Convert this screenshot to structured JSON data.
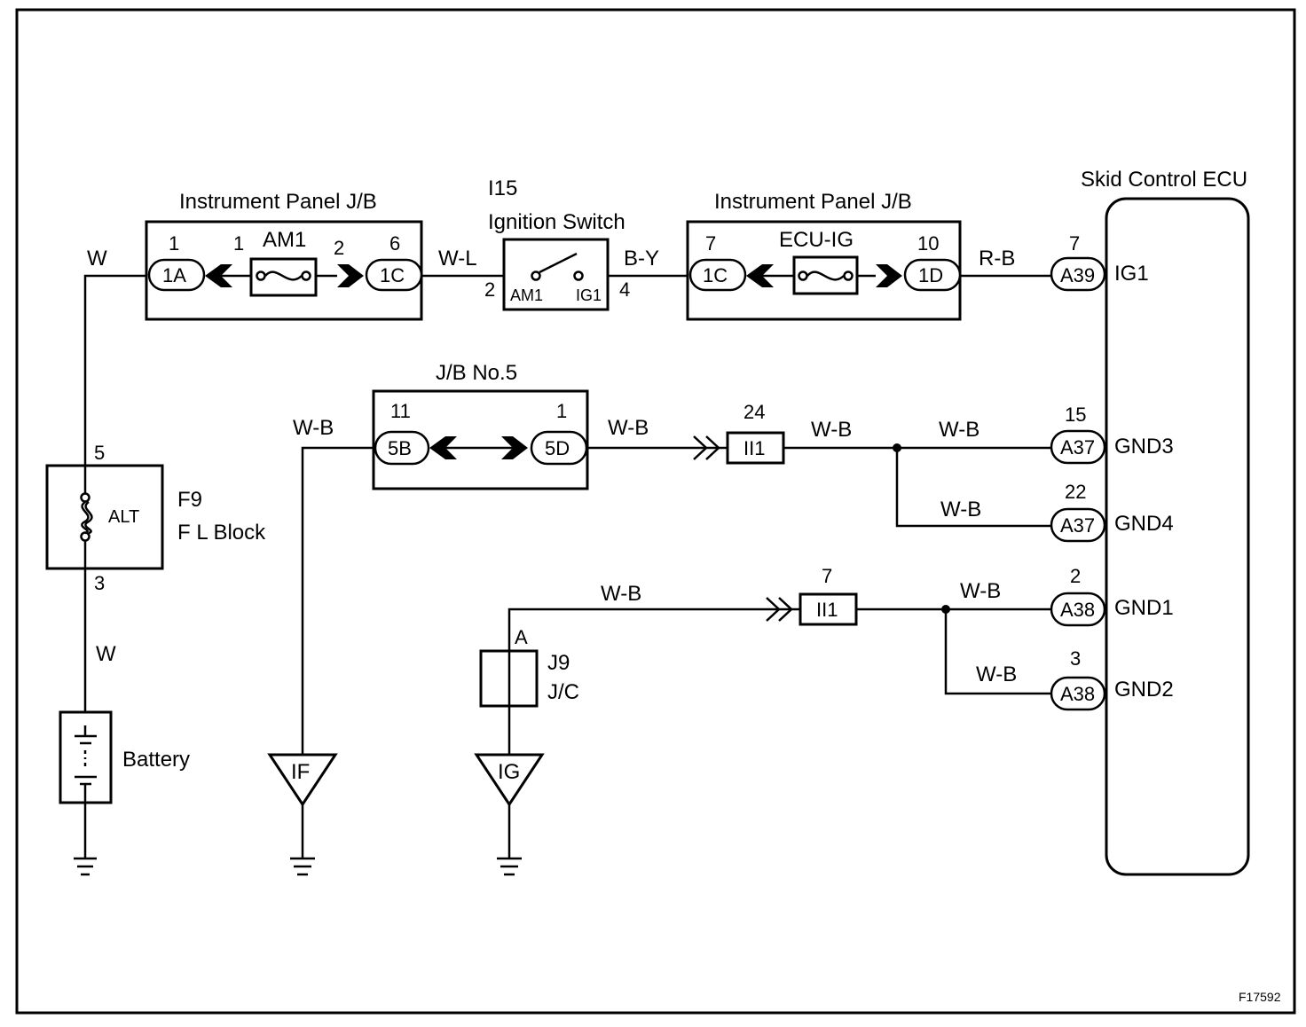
{
  "figure_id": "F17592",
  "labels": {
    "ip_jb_left": "Instrument Panel J/B",
    "ip_jb_right": "Instrument Panel J/B",
    "i15_code": "I15",
    "i15_name": "Ignition Switch",
    "ecu": "Skid Control ECU",
    "jb5": "J/B No.5",
    "f9_code": "F9",
    "f9_name": "F L Block",
    "j9_code": "J9",
    "j9_name": "J/C",
    "battery": "Battery",
    "am1_fuse": "AM1",
    "ecuig_fuse": "ECU-IG",
    "alt_fuse": "ALT",
    "sw_am1": "AM1",
    "sw_ig1": "IG1",
    "ig_junction_pin": "A"
  },
  "connectors": {
    "c1a": "1A",
    "c1c_l": "1C",
    "c1c_r": "1C",
    "c1d": "1D",
    "c5b": "5B",
    "c5d": "5D",
    "a39": "A39",
    "a37_1": "A37",
    "a37_2": "A37",
    "a38_1": "A38",
    "a38_2": "A38",
    "ii1_a": "II1",
    "ii1_b": "II1",
    "gnd_if": "IF",
    "gnd_ig": "IG"
  },
  "pins": {
    "p1a": "1",
    "p_am1_in": "1",
    "p_am1_out": "2",
    "p1c_l": "6",
    "sw_in": "2",
    "sw_out": "4",
    "p1c_r": "7",
    "p1d": "10",
    "p_a39": "7",
    "f9_top": "5",
    "f9_bot": "3",
    "p5b": "11",
    "p5d": "1",
    "p_ii1_a": "24",
    "p_ii1_b": "7",
    "p_a37_1": "15",
    "p_a37_2": "22",
    "p_a38_1": "2",
    "p_a38_2": "3"
  },
  "wires": {
    "w_top": "W",
    "w_bot": "W",
    "wl": "W-L",
    "by": "B-Y",
    "rb": "R-B",
    "wb_jb5_in": "W-B",
    "wb_jb5_out": "W-B",
    "wb_ii1a": "W-B",
    "wb_gnd3": "W-B",
    "wb_gnd4": "W-B",
    "wb_ig": "W-B",
    "wb_gnd1": "W-B",
    "wb_gnd2": "W-B"
  },
  "ecu_terminals": {
    "ig1": "IG1",
    "gnd3": "GND3",
    "gnd4": "GND4",
    "gnd1": "GND1",
    "gnd2": "GND2"
  }
}
